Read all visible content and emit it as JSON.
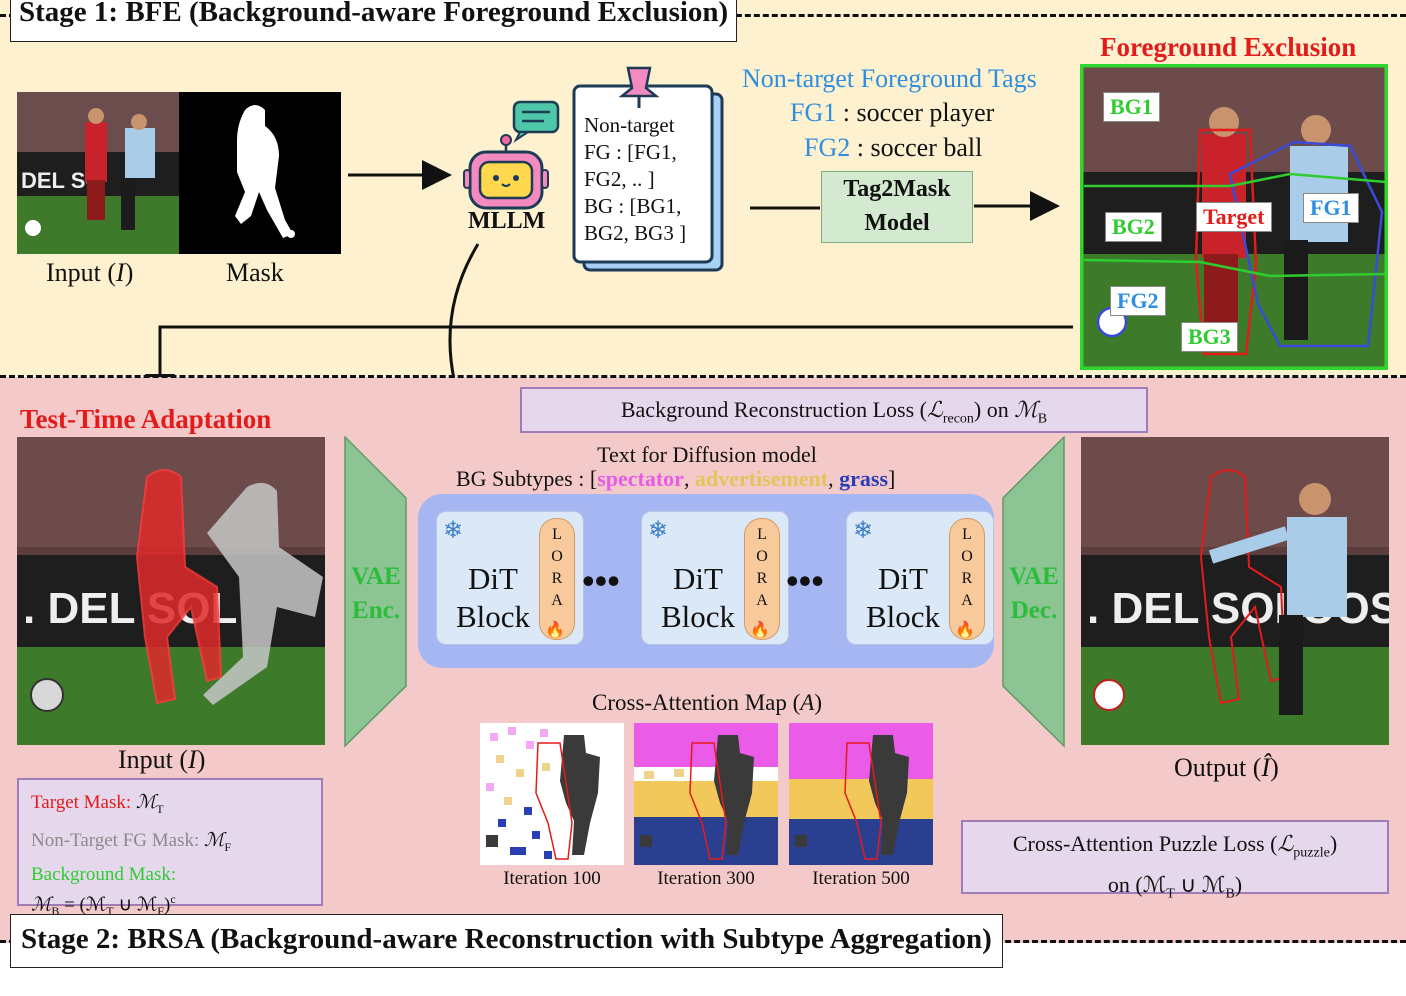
{
  "stage1": {
    "title": "Stage 1: BFE (Background-aware Foreground Exclusion)",
    "input_label": "Input (",
    "input_var": "I",
    "input_close": ")",
    "mask_label": "Mask",
    "mllm_label": "MLLM",
    "note_lines": [
      "Non-target",
      "FG : [FG1,",
      "FG2, ..  ]",
      "BG : [BG1,",
      "BG2, BG3 ]"
    ],
    "tags_title": "Non-target Foreground Tags",
    "fg1_key": "FG1",
    "fg1_val": " : soccer player",
    "fg2_key": "FG2",
    "fg2_val": " : soccer ball",
    "tag2mask_line1": "Tag2Mask",
    "tag2mask_line2": "Model",
    "fe_title": "Foreground Exclusion",
    "region_tags": {
      "bg1": "BG1",
      "bg2": "BG2",
      "bg3": "BG3",
      "fg1": "FG1",
      "fg2": "FG2",
      "target": "Target"
    }
  },
  "stage2": {
    "title": "Stage 2: BRSA (Background-aware Reconstruction with Subtype Aggregation)",
    "tta_title": "Test-Time Adaptation",
    "recon_loss_pre": "Background Reconstruction Loss (",
    "recon_loss_sym": "ℒ",
    "recon_loss_sub": "recon",
    "recon_loss_post": ") on ",
    "recon_loss_m": "ℳ",
    "recon_loss_msub": "B",
    "text_title": "Text for Diffusion model",
    "bg_subtypes_label": "BG Subtypes : [",
    "subtype1": "spectator",
    "subtype2": "advertisement",
    "subtype3": "grass",
    "comma": ", ",
    "close_bracket": "]",
    "vae_enc_1": "VAE",
    "vae_enc_2": "Enc.",
    "vae_dec_1": "VAE",
    "vae_dec_2": "Dec.",
    "dit_line1": "DiT",
    "dit_line2": "Block",
    "lora_letters": [
      "L",
      "O",
      "R",
      "A"
    ],
    "ellipsis": "•••",
    "cam_title_pre": "Cross-Attention Map (",
    "cam_var": "A",
    "cam_title_post": ")",
    "iterations": [
      "Iteration 100",
      "Iteration 300",
      "Iteration 500"
    ],
    "input_label": "Input (",
    "input_var": "I",
    "input_close": ")",
    "output_label": "Output (",
    "output_var": "Î",
    "output_close": ")",
    "legend": {
      "target": "Target Mask: ",
      "target_m": "ℳ",
      "target_sub": "T",
      "nontarget": "Non-Target FG Mask: ",
      "nontarget_m": "ℳ",
      "nontarget_sub": "F",
      "background": "Background Mask:",
      "formula": "ℳ",
      "formula_sub": "B",
      "formula_rest": " =  (ℳ",
      "formula_t": "T",
      "formula_cup": " ∪ ℳ",
      "formula_f": "F",
      "formula_end": ")",
      "formula_sup": "c"
    },
    "puzzle_line1_pre": "Cross-Attention Puzzle Loss (",
    "puzzle_sym": "ℒ",
    "puzzle_sub": "puzzle",
    "puzzle_line1_post": ")",
    "puzzle_line2_pre": "on (ℳ",
    "puzzle_line2_t": "T",
    "puzzle_line2_cup": " ∪ ℳ",
    "puzzle_line2_b": "B",
    "puzzle_line2_post": ")"
  },
  "colors": {
    "stage1_bg": "#fdf1cf",
    "stage2_bg": "#f4c9c9",
    "spectator": "#e65ce6",
    "advertisement": "#e3c35a",
    "grass": "#2b3fb5",
    "target_red": "#e41b1b",
    "tag_blue": "#2f8ee0",
    "tag_green": "#2ecc2e",
    "arrow_purple": "#b288d8",
    "vae_green": "#8dc493"
  }
}
